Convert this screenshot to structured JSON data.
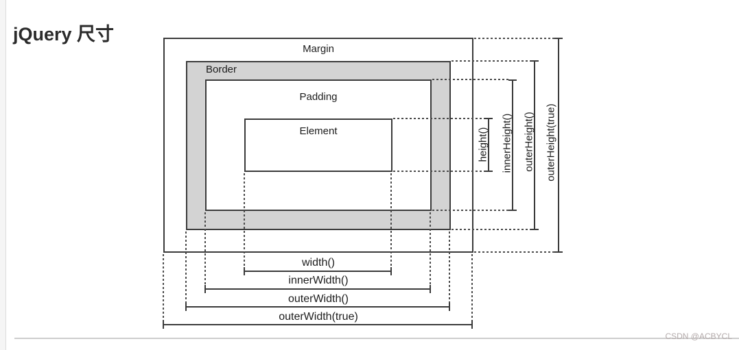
{
  "page": {
    "title": "jQuery 尺寸"
  },
  "diagram": {
    "boxes": {
      "margin": "Margin",
      "border": "Border",
      "padding": "Padding",
      "element": "Element"
    },
    "height_measures": [
      {
        "label": "height()"
      },
      {
        "label": "innerHeight()"
      },
      {
        "label": "outerHeight()"
      },
      {
        "label": "outerHeight(true)"
      }
    ],
    "width_measures": [
      {
        "label": "width()"
      },
      {
        "label": "innerWidth()"
      },
      {
        "label": "outerWidth()"
      },
      {
        "label": "outerWidth(true)"
      }
    ],
    "colors": {
      "line": "#3a3a3a",
      "border_box_fill": "#d3d3d3",
      "dash": "#4a4a4a"
    }
  },
  "footer": {
    "watermark": "CSDN @ACBYCL",
    "divider_color": "#cdcdcd",
    "watermark_color": "#b3aaaa"
  }
}
